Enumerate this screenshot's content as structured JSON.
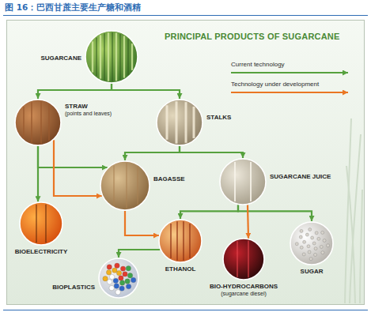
{
  "diagram": {
    "title": "图 16：巴西甘蔗主要生产糖和酒精",
    "nodes": [
      {
        "text": [
          "SUGARCANE"
        ]
      },
      {
        "text": [
          "STRAW",
          "(points and leaves)"
        ]
      },
      {
        "text": [
          "STALKS"
        ]
      },
      {
        "text": [
          "BAGASSE"
        ]
      },
      {
        "text": [
          "SUGARCANE JUICE"
        ]
      },
      {
        "text": [
          "BIOELECTRICITY"
        ]
      },
      {
        "text": [
          "ETHANOL"
        ]
      },
      {
        "text": [
          "BIO-HYDROCARBONS",
          "(sugarcane diesel)"
        ]
      },
      {
        "text": [
          "SUGAR"
        ]
      },
      {
        "text": [
          "BIOPLASTICS"
        ]
      }
    ],
    "edges": [
      {
        "from": 0,
        "to": 1,
        "arrow": "to"
      },
      {
        "from": 0,
        "to": 2,
        "arrow": "to"
      },
      {
        "from": 1,
        "to": 3,
        "arrow": "to"
      },
      {
        "from": 1,
        "to": 3,
        "arrow": "to"
      },
      {
        "from": 1,
        "to": 5,
        "arrow": "to"
      },
      {
        "from": 2,
        "to": 3,
        "arrow": "to"
      },
      {
        "from": 2,
        "to": 4,
        "arrow": "to"
      },
      {
        "from": 3,
        "to": 6,
        "arrow": "to"
      },
      {
        "from": 4,
        "to": 6,
        "arrow": "to"
      },
      {
        "from": 4,
        "to": 8,
        "arrow": "to"
      },
      {
        "from": 4,
        "to": 7,
        "arrow": "to"
      },
      {
        "from": 6,
        "to": 9,
        "arrow": "to"
      }
    ],
    "labels": [
      "PRINCIPAL PRODUCTS OF SUGARCANE"
    ],
    "legend": [
      {
        "text": "Current technology"
      },
      {
        "text": "Technology under development"
      }
    ]
  }
}
